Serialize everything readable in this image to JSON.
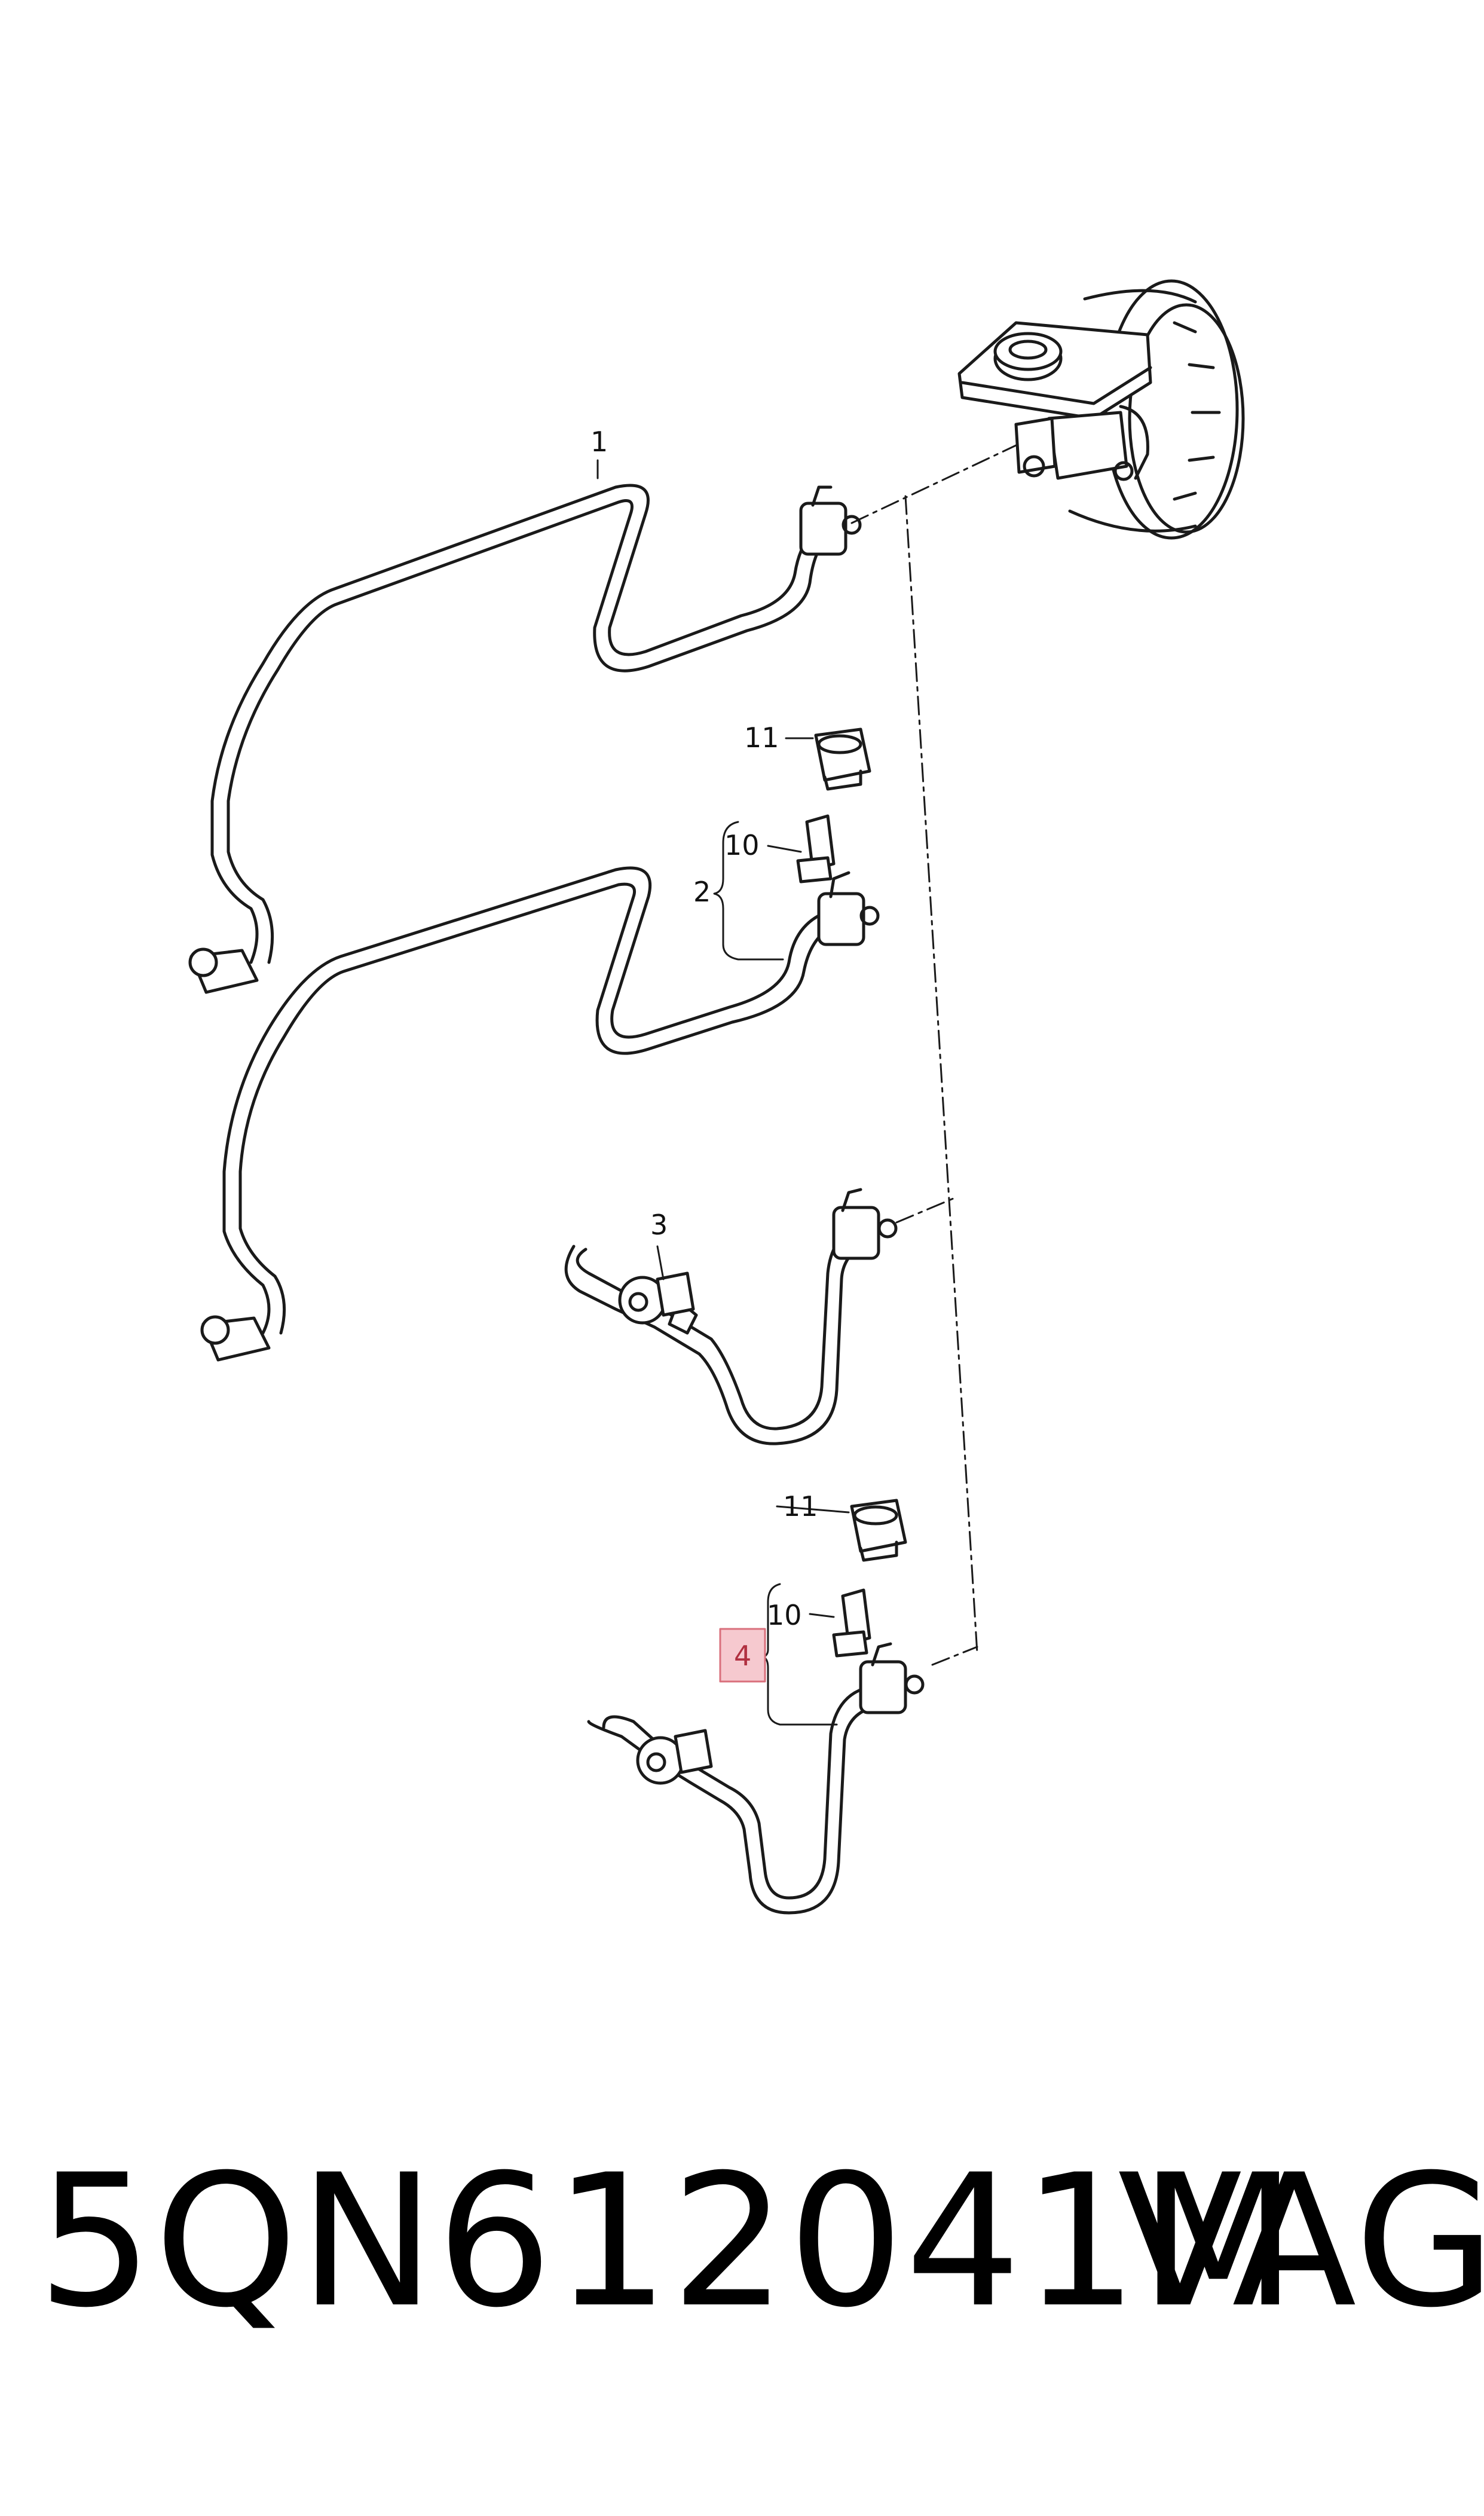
{
  "diagram": {
    "callouts": [
      {
        "id": "c1",
        "label": "1"
      },
      {
        "id": "c2",
        "label": "2"
      },
      {
        "id": "c3",
        "label": "3"
      },
      {
        "id": "c4",
        "label": "4",
        "highlighted": true
      },
      {
        "id": "c10a",
        "label": "10"
      },
      {
        "id": "c10b",
        "label": "10"
      },
      {
        "id": "c11a",
        "label": "11"
      },
      {
        "id": "c11b",
        "label": "11"
      }
    ],
    "colors": {
      "line": "#1a1a1a",
      "highlight_fill": "#f6c9cf",
      "highlight_stroke": "#d9707c"
    }
  },
  "footer": {
    "part_number": "5QN612041M",
    "brand": "VAG"
  }
}
